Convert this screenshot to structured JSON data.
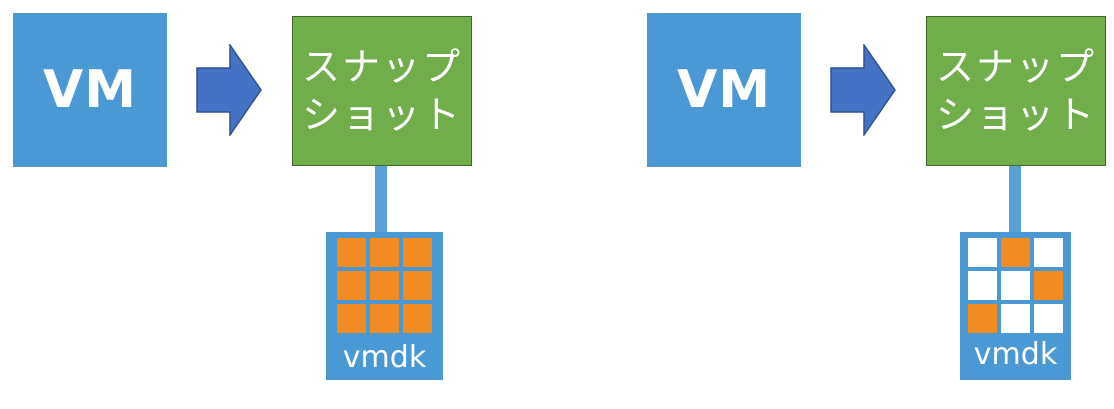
{
  "diagrams": [
    {
      "vm_label": "VM",
      "snapshot_lines": [
        "スナップ",
        "ショット"
      ],
      "disk_label": "vmdk",
      "blocks": [
        1,
        1,
        1,
        1,
        1,
        1,
        1,
        1,
        1
      ]
    },
    {
      "vm_label": "VM",
      "snapshot_lines": [
        "スナップ",
        "ショット"
      ],
      "disk_label": "vmdk",
      "blocks": [
        0,
        1,
        0,
        0,
        0,
        1,
        1,
        0,
        0
      ]
    }
  ],
  "colors": {
    "vm_fill": "#4a98d4",
    "arrow_fill": "#4472c4",
    "snapshot_fill": "#6fae4b",
    "block_filled": "#f08c22",
    "block_empty": "#ffffff"
  },
  "icons": {
    "arrow": "right-arrow-icon"
  }
}
